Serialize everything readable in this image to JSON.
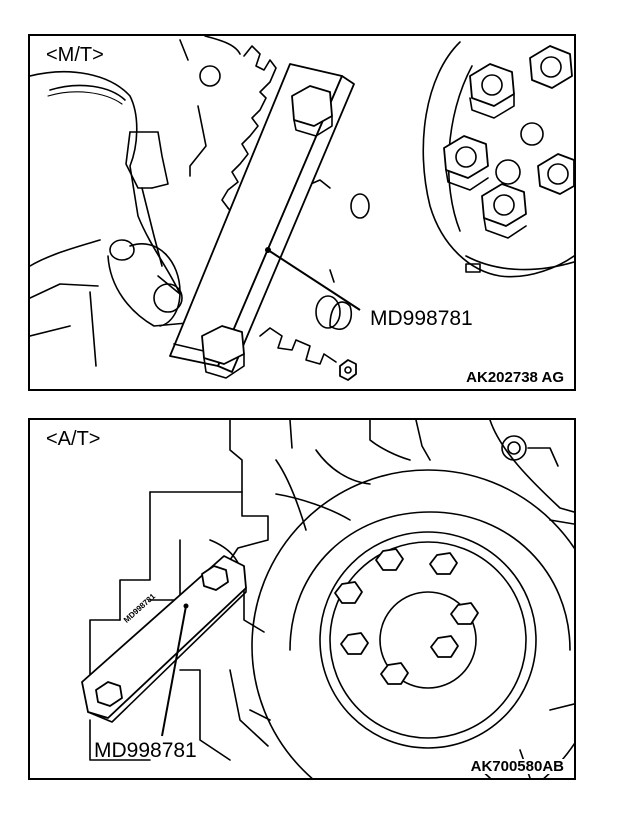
{
  "panels": [
    {
      "tag": "<M/T>",
      "tool_label": "MD998781",
      "figure_id": "AK202738 AG",
      "tool_stamp": ""
    },
    {
      "tag": "<A/T>",
      "tool_label": "MD998781",
      "figure_id": "AK700580AB",
      "tool_stamp": "MD998781"
    }
  ],
  "colors": {
    "line": "#000000",
    "background": "#ffffff"
  }
}
